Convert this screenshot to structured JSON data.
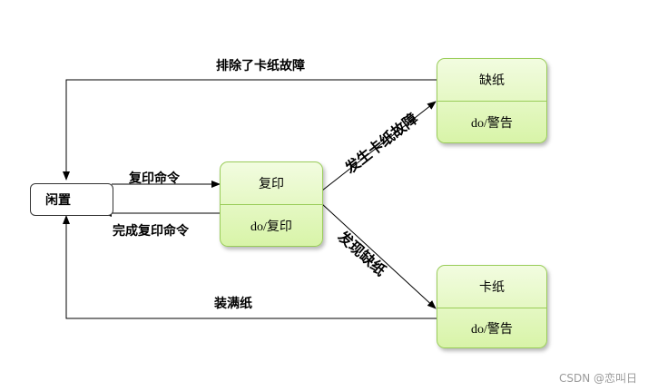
{
  "diagram": {
    "states": {
      "idle": {
        "name": "闲置"
      },
      "copy": {
        "name": "复印",
        "action": "do/复印"
      },
      "paper_out": {
        "name": "缺纸",
        "action": "do/警告"
      },
      "paper_jam": {
        "name": "卡纸",
        "action": "do/警告"
      }
    },
    "transitions": {
      "jam_cleared": "排除了卡纸故障",
      "copy_command": "复印命令",
      "copy_done": "完成复印命令",
      "jam_occurred": "发生卡纸故障",
      "paper_out_found": "发现缺纸",
      "paper_loaded": "装满纸"
    }
  },
  "watermark": "CSDN @恋叫日"
}
